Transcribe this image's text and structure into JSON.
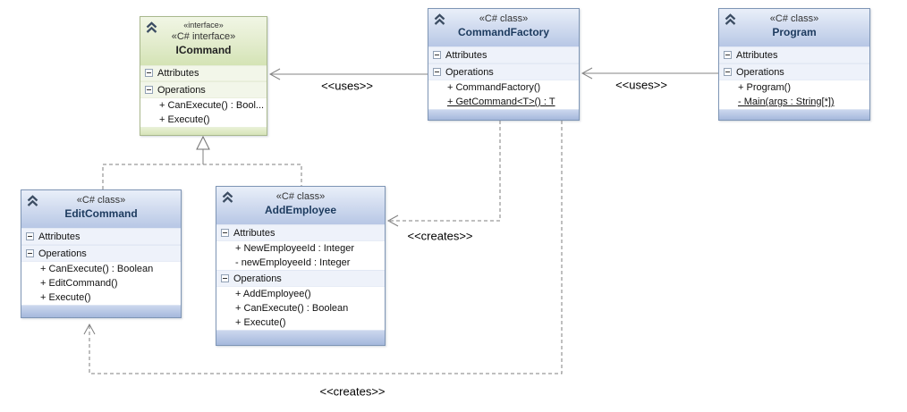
{
  "section_labels": {
    "attributes": "Attributes",
    "operations": "Operations"
  },
  "connector_labels": {
    "uses_left": "<<uses>>",
    "uses_right": "<<uses>>",
    "creates_top": "<<creates>>",
    "creates_bottom": "<<creates>>"
  },
  "colors": {
    "blue_header": "#b7c7e5",
    "blue_border": "#7e95b5",
    "green_header": "#d4e3b5",
    "green_border": "#a9b88d",
    "connector": "#7f7f7f"
  },
  "classes": [
    {
      "title": "ICommand",
      "stereotype_small": "«interface»",
      "stereotype": "«C# interface»",
      "attributes": [],
      "operations": [
        {
          "text": "+ CanExecute() : Bool..."
        },
        {
          "text": "+ Execute()"
        }
      ]
    },
    {
      "title": "CommandFactory",
      "stereotype": "«C# class»",
      "attributes": [],
      "operations": [
        {
          "text": "+ CommandFactory()"
        },
        {
          "text": "+ GetCommand<T>() : T"
        }
      ]
    },
    {
      "title": "Program",
      "stereotype": "«C# class»",
      "attributes": [],
      "operations": [
        {
          "text": "+ Program()"
        },
        {
          "text": "- Main(args : String[*])"
        }
      ]
    },
    {
      "title": "EditCommand",
      "stereotype": "«C# class»",
      "attributes": [],
      "operations": [
        {
          "text": "+ CanExecute() : Boolean"
        },
        {
          "text": "+ EditCommand()"
        },
        {
          "text": "+ Execute()"
        }
      ]
    },
    {
      "title": "AddEmployee",
      "stereotype": "«C# class»",
      "attributes": [
        {
          "text": "+ NewEmployeeId : Integer"
        },
        {
          "text": "- newEmployeeId : Integer"
        }
      ],
      "operations": [
        {
          "text": "+ AddEmployee()"
        },
        {
          "text": "+ CanExecute() : Boolean"
        },
        {
          "text": "+ Execute()"
        }
      ]
    }
  ]
}
